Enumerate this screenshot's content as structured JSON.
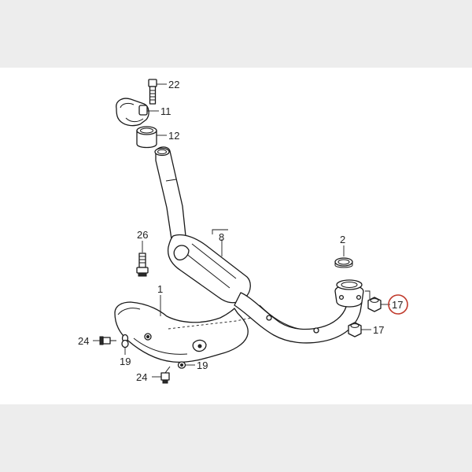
{
  "callouts": {
    "p22": "22",
    "p11": "11",
    "p12": "12",
    "p8": "8",
    "p26": "26",
    "p2": "2",
    "p1": "1",
    "p17_highlighted": "17",
    "p17": "17",
    "p24_left": "24",
    "p19_left": "19",
    "p19_mid": "19",
    "p24_bottom": "24"
  },
  "highlight": {
    "color": "#c0392b",
    "target_label": "17"
  }
}
